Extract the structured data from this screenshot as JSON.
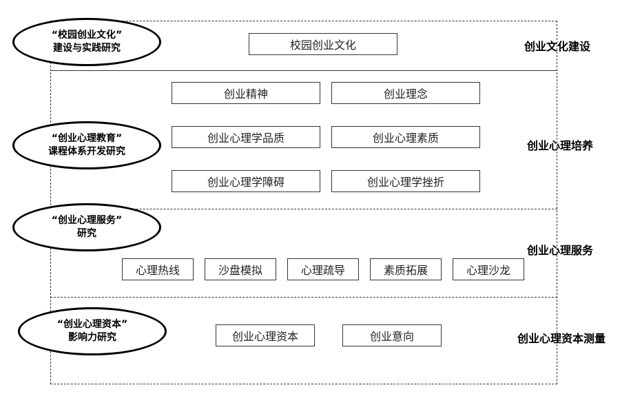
{
  "layers": [
    {
      "ellipse_lines": [
        "“校园创业文化”",
        "建设与实践研究"
      ],
      "boxes": [
        "校园创业文化"
      ],
      "label": "创业文化建设"
    },
    {
      "ellipse_lines": [
        "“创业心理教育”",
        "课程体系开发研究"
      ],
      "boxes": [
        "创业精神",
        "创业理念",
        "创业心理学品质",
        "创业心理素质",
        "创业心理学障碍",
        "创业心理学挫折"
      ],
      "label": "创业心理培养"
    },
    {
      "ellipse_lines": [
        "“创业心理服务”",
        "研究"
      ],
      "boxes": [
        "心理热线",
        "沙盘模拟",
        "心理疏导",
        "素质拓展",
        "心理沙龙"
      ],
      "label": "创业心理服务"
    },
    {
      "ellipse_lines": [
        "“创业心理资本”",
        "影响力研究"
      ],
      "boxes": [
        "创业心理资本",
        "创业意向"
      ],
      "label": "创业心理资本测量"
    }
  ]
}
